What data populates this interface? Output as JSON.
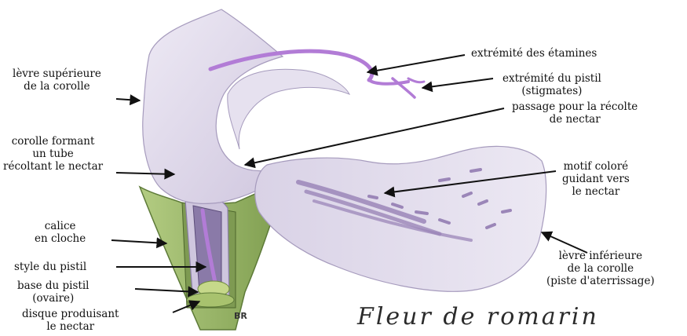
{
  "title": "Fleur de romarin",
  "signature": "BR",
  "colors": {
    "petal": "#dcd6e8",
    "petal_shadow": "#b8aec9",
    "stamen": "#b27cd6",
    "calyx": "#8fae5e",
    "calyx_dark": "#5d7a38",
    "nectar_disc": "#a8c26e",
    "pattern": "#9b86b8"
  },
  "labels": {
    "upper_lip": [
      "lèvre supérieure",
      "de la corolle"
    ],
    "stamen_tips": "extrémité des étamines",
    "pistil_tip": [
      "extrémité du pistil",
      "(stigmates)"
    ],
    "nectar_passage": [
      "passage pour la récolte",
      "de nectar"
    ],
    "corolla_tube": [
      "corolle formant",
      "un tube",
      "récoltant le nectar"
    ],
    "colored_motif": [
      "motif coloré",
      "guidant vers",
      "le nectar"
    ],
    "calyx": [
      "calice",
      "en cloche"
    ],
    "style": "style du pistil",
    "ovary": [
      "base du pistil",
      "(ovaire)"
    ],
    "nectar_disc": [
      "disque produisant",
      "le nectar"
    ],
    "lower_lip": [
      "lèvre inférieure",
      "de la corolle",
      "(piste d'aterrissage)"
    ]
  }
}
